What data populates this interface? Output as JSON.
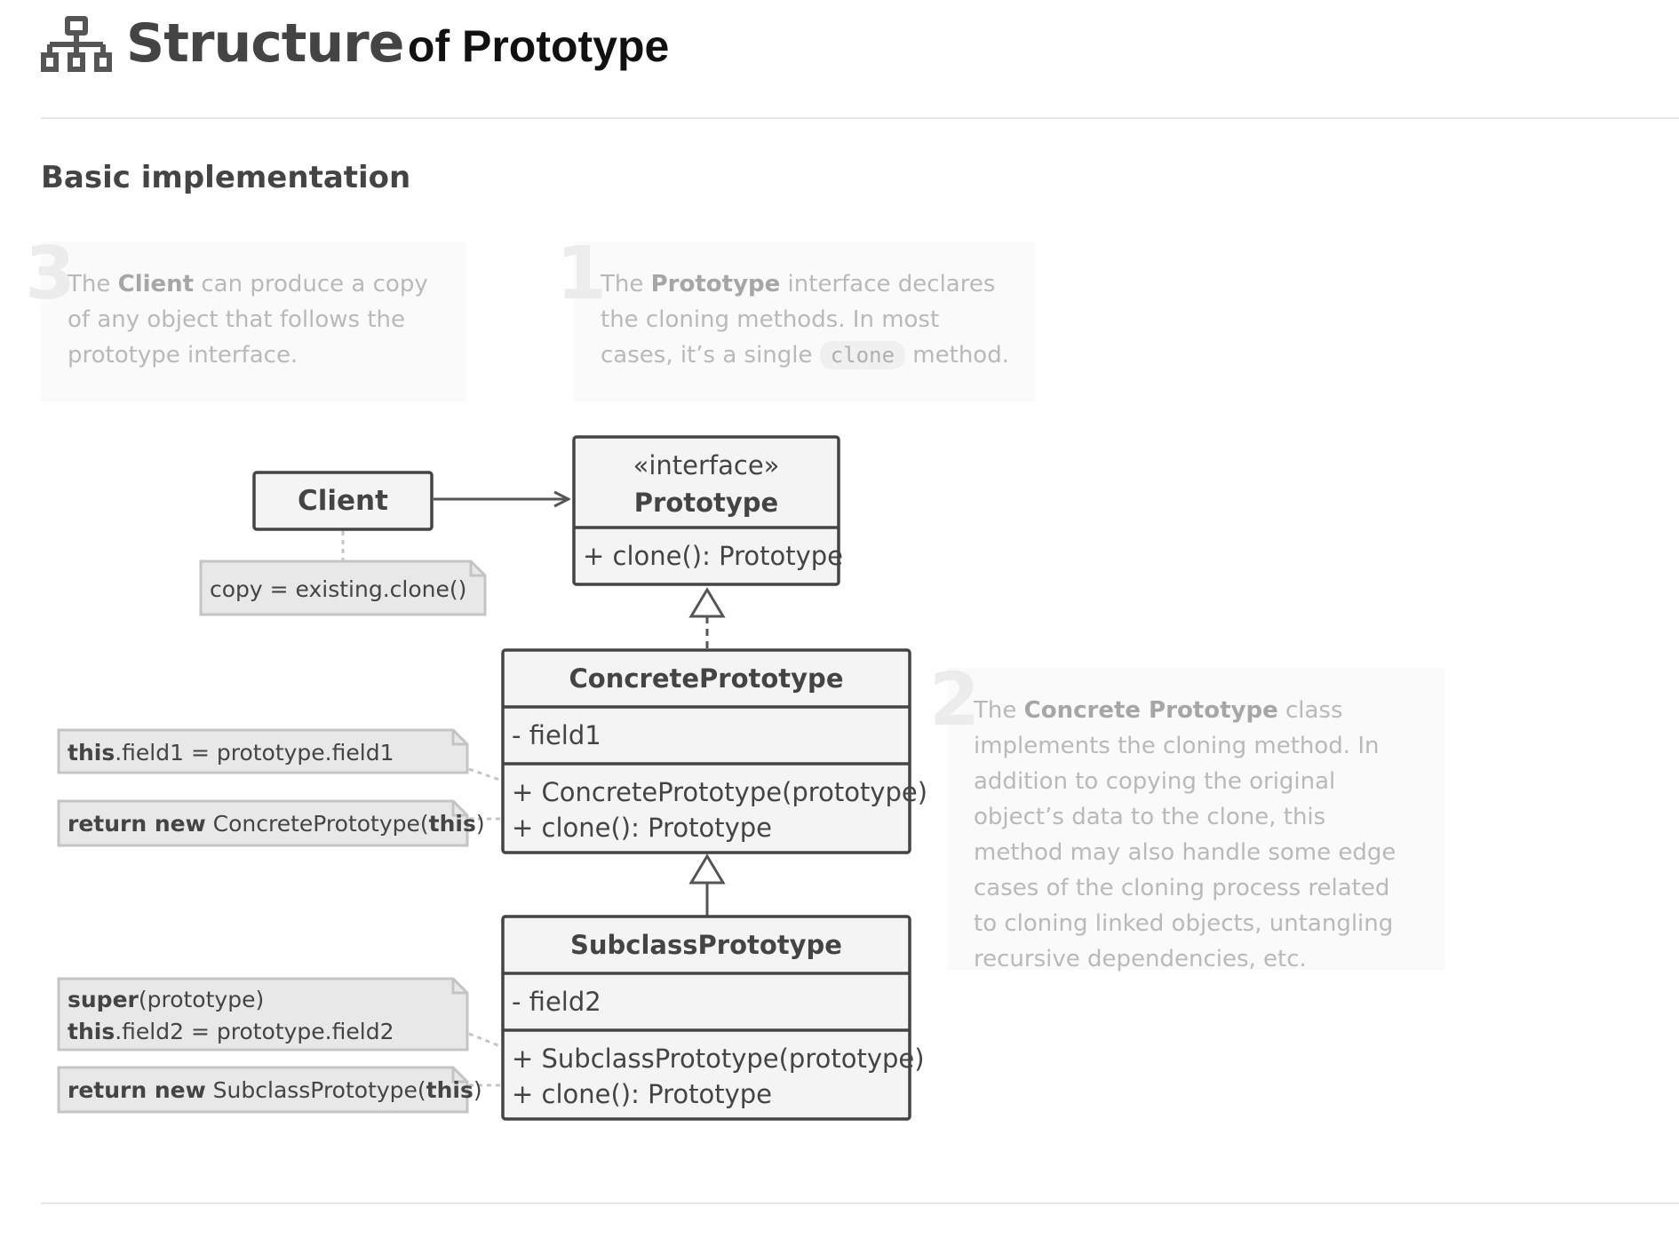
{
  "header": {
    "title_main": "Structure",
    "title_rest": "of Prototype",
    "icon": "sitemap-icon"
  },
  "subtitle": "Basic implementation",
  "annotations": {
    "client": {
      "number": "3",
      "text_before": "The",
      "bold": "Client",
      "text_after": "can produce a copy of any object that follows the prototype interface."
    },
    "prototype": {
      "number": "1",
      "text_before": "The",
      "bold": "Prototype",
      "text_mid": "interface declares the cloning methods. In most cases, it’s a single",
      "code": "clone",
      "text_after": "method."
    },
    "concrete": {
      "number": "2",
      "text_before": "The",
      "bold": "Concrete Prototype",
      "text_after": "class implements the cloning method. In addition to copying the original object’s data to the clone, this method may also handle some edge cases of the cloning process related to cloning linked objects, untangling recursive dependencies, etc."
    }
  },
  "diagram": {
    "client": {
      "name": "Client",
      "note": "copy = existing.clone()"
    },
    "prototype": {
      "stereotype": "«interface»",
      "name": "Prototype",
      "methods": [
        "+ clone(): Prototype"
      ]
    },
    "concrete": {
      "name": "ConcretePrototype",
      "fields": [
        "- field1"
      ],
      "methods": [
        "+ ConcretePrototype(prototype)",
        "+ clone(): Prototype"
      ],
      "notes": {
        "ctor_kw": "this",
        "ctor_rest": ".field1 = prototype.field1",
        "clone_kw1": "return new",
        "clone_mid": " ConcretePrototype(",
        "clone_kw2": "this",
        "clone_end": ")"
      }
    },
    "subclass": {
      "name": "SubclassPrototype",
      "fields": [
        "- field2"
      ],
      "methods": [
        "+ SubclassPrototype(prototype)",
        "+ clone(): Prototype"
      ],
      "notes": {
        "ctor_l1_kw": "super",
        "ctor_l1_rest": "(prototype)",
        "ctor_l2_kw": "this",
        "ctor_l2_rest": ".field2 = prototype.field2",
        "clone_kw1": "return new",
        "clone_mid": " SubclassPrototype(",
        "clone_kw2": "this",
        "clone_end": ")"
      }
    }
  },
  "colors": {
    "box_fill": "#f4f4f4",
    "box_stroke": "#444444",
    "note_fill": "#e8e8e8",
    "note_stroke": "#c4c4c4",
    "callout_bg": "#fafafa"
  }
}
